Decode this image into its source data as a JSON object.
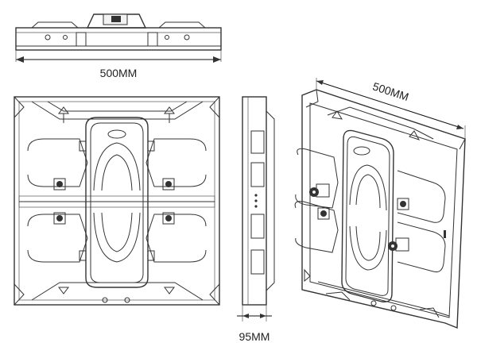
{
  "dimensions": {
    "top_width": "500MM",
    "side_depth": "95MM",
    "perspective_width": "500MM"
  },
  "colors": {
    "line": "#333333",
    "background": "#ffffff"
  }
}
